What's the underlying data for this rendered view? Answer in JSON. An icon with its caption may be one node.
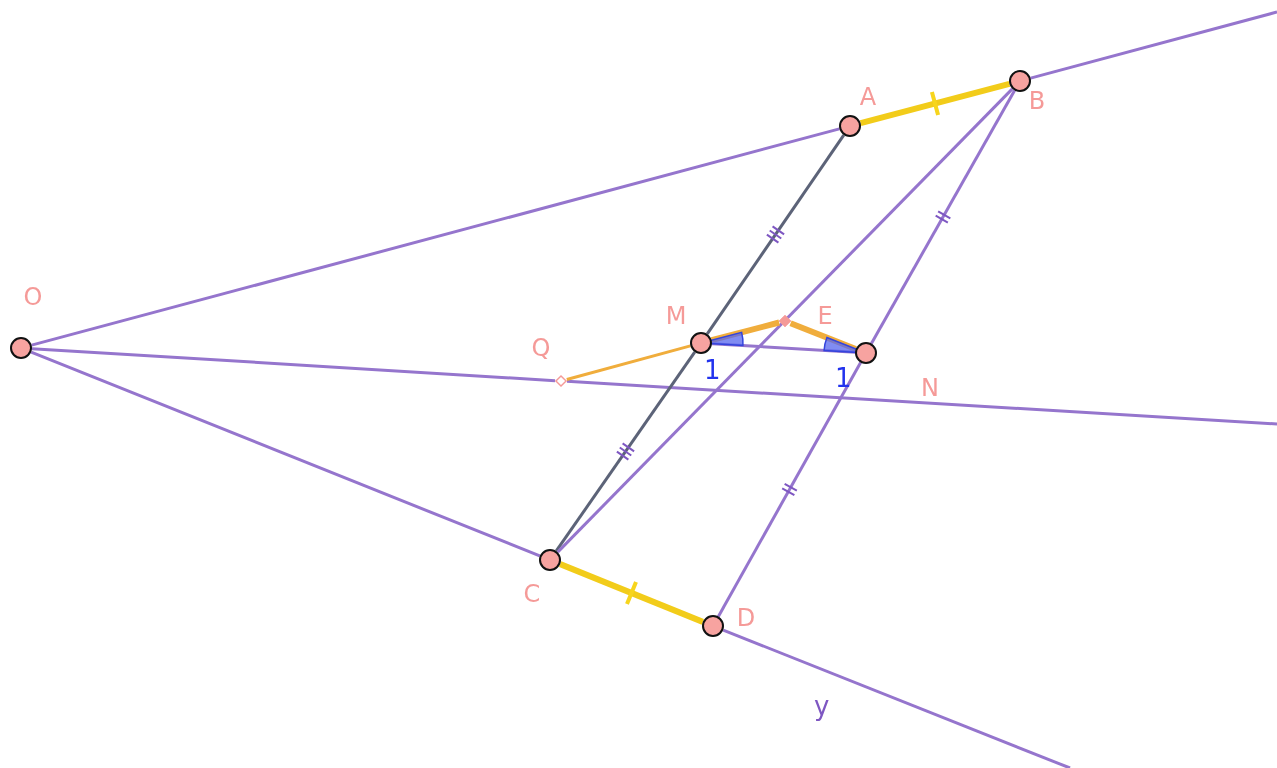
{
  "diagram": {
    "nodes": [
      {
        "text": [
          "O"
        ]
      },
      {
        "text": [
          "A"
        ]
      },
      {
        "text": [
          "B"
        ]
      },
      {
        "text": [
          "M"
        ]
      },
      {
        "text": [
          "E"
        ]
      },
      {
        "text": [
          "N"
        ]
      },
      {
        "text": [
          "Q"
        ]
      },
      {
        "text": [
          "C"
        ]
      },
      {
        "text": [
          "D"
        ]
      }
    ],
    "edges": [
      {
        "from": 0,
        "to": 1,
        "arrow": "none"
      },
      {
        "from": 1,
        "to": 2,
        "arrow": "none",
        "style": "thick",
        "color": "#f2cc1a"
      },
      {
        "from": 2,
        "to": null,
        "arrow": "none"
      },
      {
        "from": 0,
        "to": 7,
        "arrow": "none"
      },
      {
        "from": 7,
        "to": 8,
        "arrow": "none",
        "style": "thick",
        "color": "#f2cc1a"
      },
      {
        "from": 8,
        "to": null,
        "arrow": "none"
      },
      {
        "from": 0,
        "to": 6,
        "arrow": "none"
      },
      {
        "from": 6,
        "to": null,
        "arrow": "none"
      },
      {
        "from": 1,
        "to": 3,
        "arrow": "none",
        "color": "#5c6378"
      },
      {
        "from": 3,
        "to": 7,
        "arrow": "none",
        "color": "#5c6378"
      },
      {
        "from": 2,
        "to": 5,
        "arrow": "none"
      },
      {
        "from": 5,
        "to": 8,
        "arrow": "none"
      },
      {
        "from": 2,
        "to": 7,
        "arrow": "none"
      },
      {
        "from": 3,
        "to": 4,
        "arrow": "none",
        "style": "thick",
        "color": "#f0ad3c"
      },
      {
        "from": 4,
        "to": 5,
        "arrow": "none",
        "style": "thick",
        "color": "#f0ad3c"
      },
      {
        "from": 6,
        "to": 3,
        "arrow": "none",
        "color": "#f0ad3c"
      },
      {
        "from": 3,
        "to": 5,
        "arrow": "none"
      }
    ],
    "labels": [
      "1",
      "1",
      "y"
    ]
  }
}
